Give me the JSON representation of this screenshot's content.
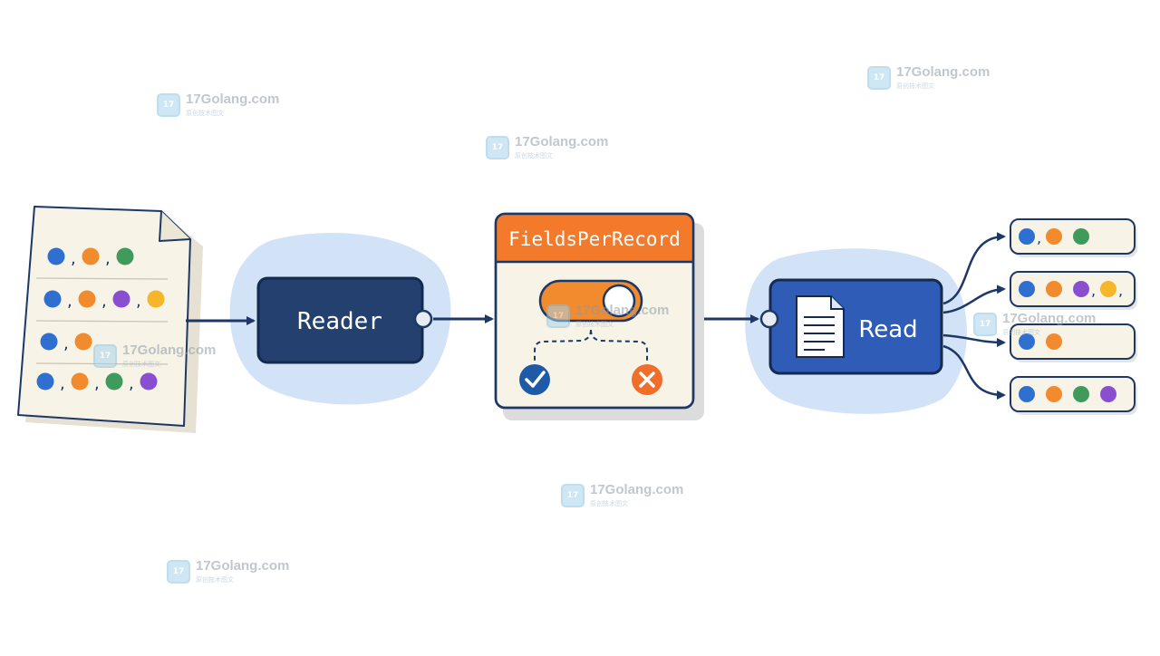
{
  "diagram": {
    "reader_label": "Reader",
    "fields_per_record_label": "FieldsPerRecord",
    "read_label": "Read",
    "colors": {
      "navy": "#1e3866",
      "reader_fill": "#23406e",
      "read_fill": "#2f5cb6",
      "halo": "#d3e3f7",
      "orange": "#f27a2a",
      "paper": "#f7f3e6",
      "dot_blue": "#2f6fd0",
      "dot_orange": "#f28a2e",
      "dot_green": "#3f9a5c",
      "dot_purple": "#8a4fd0",
      "dot_yellow": "#f5b729",
      "check_blue": "#1e5aa8",
      "cross_orange": "#f06d2a"
    },
    "document_rows": [
      [
        "blue",
        "orange",
        "green"
      ],
      [
        "blue",
        "orange",
        "purple",
        "yellow"
      ],
      [
        "blue",
        "orange"
      ],
      [
        "blue",
        "orange",
        "green",
        "purple"
      ]
    ],
    "output_records": [
      [
        "blue",
        "orange",
        "green"
      ],
      [
        "blue",
        "orange",
        "purple",
        "yellow"
      ],
      [
        "blue",
        "orange"
      ],
      [
        "blue",
        "orange",
        "green",
        "purple"
      ]
    ],
    "output_separators": [
      [
        ",",
        "",
        ""
      ],
      [
        "",
        "",
        ",",
        ","
      ],
      [
        ""
      ],
      [
        "",
        "",
        "",
        ""
      ]
    ],
    "toggle_state": "on",
    "branch_icons": [
      "check-icon",
      "cross-icon"
    ]
  },
  "watermark": {
    "site": "17Golang.com",
    "tagline": "原创技术图文",
    "logo_text": "17"
  }
}
